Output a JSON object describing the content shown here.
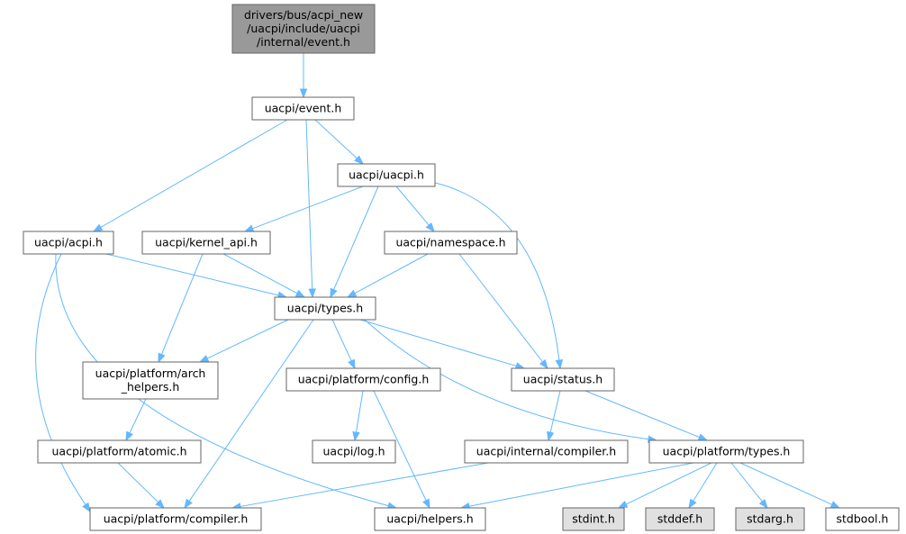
{
  "graph": {
    "nodes": [
      {
        "id": "event_internal",
        "lines": [
          "drivers/bus/acpi_new",
          "/uacpi/include/uacpi",
          "/internal/event.h"
        ],
        "style": "root"
      },
      {
        "id": "event",
        "lines": [
          "uacpi/event.h"
        ],
        "style": "normal"
      },
      {
        "id": "uacpi_h",
        "lines": [
          "uacpi/uacpi.h"
        ],
        "style": "normal"
      },
      {
        "id": "acpi_h",
        "lines": [
          "uacpi/acpi.h"
        ],
        "style": "normal"
      },
      {
        "id": "kernel_api",
        "lines": [
          "uacpi/kernel_api.h"
        ],
        "style": "normal"
      },
      {
        "id": "namespace",
        "lines": [
          "uacpi/namespace.h"
        ],
        "style": "normal"
      },
      {
        "id": "types",
        "lines": [
          "uacpi/types.h"
        ],
        "style": "normal"
      },
      {
        "id": "arch_helpers",
        "lines": [
          "uacpi/platform/arch",
          "_helpers.h"
        ],
        "style": "normal"
      },
      {
        "id": "config",
        "lines": [
          "uacpi/platform/config.h"
        ],
        "style": "normal"
      },
      {
        "id": "status",
        "lines": [
          "uacpi/status.h"
        ],
        "style": "normal"
      },
      {
        "id": "atomic",
        "lines": [
          "uacpi/platform/atomic.h"
        ],
        "style": "normal"
      },
      {
        "id": "log",
        "lines": [
          "uacpi/log.h"
        ],
        "style": "normal"
      },
      {
        "id": "internal_compiler",
        "lines": [
          "uacpi/internal/compiler.h"
        ],
        "style": "normal"
      },
      {
        "id": "platform_types",
        "lines": [
          "uacpi/platform/types.h"
        ],
        "style": "normal"
      },
      {
        "id": "platform_compiler",
        "lines": [
          "uacpi/platform/compiler.h"
        ],
        "style": "normal"
      },
      {
        "id": "helpers",
        "lines": [
          "uacpi/helpers.h"
        ],
        "style": "normal"
      },
      {
        "id": "stdint",
        "lines": [
          "stdint.h"
        ],
        "style": "system"
      },
      {
        "id": "stddef",
        "lines": [
          "stddef.h"
        ],
        "style": "system"
      },
      {
        "id": "stdarg",
        "lines": [
          "stdarg.h"
        ],
        "style": "system"
      },
      {
        "id": "stdbool",
        "lines": [
          "stdbool.h"
        ],
        "style": "normal"
      }
    ],
    "edges": [
      [
        "event_internal",
        "event"
      ],
      [
        "event",
        "acpi_h"
      ],
      [
        "event",
        "types"
      ],
      [
        "event",
        "uacpi_h"
      ],
      [
        "uacpi_h",
        "kernel_api"
      ],
      [
        "uacpi_h",
        "types"
      ],
      [
        "uacpi_h",
        "namespace"
      ],
      [
        "uacpi_h",
        "status"
      ],
      [
        "acpi_h",
        "types"
      ],
      [
        "acpi_h",
        "platform_compiler"
      ],
      [
        "acpi_h",
        "helpers"
      ],
      [
        "kernel_api",
        "types"
      ],
      [
        "kernel_api",
        "arch_helpers"
      ],
      [
        "namespace",
        "types"
      ],
      [
        "namespace",
        "status"
      ],
      [
        "types",
        "arch_helpers"
      ],
      [
        "types",
        "config"
      ],
      [
        "types",
        "status"
      ],
      [
        "types",
        "platform_types"
      ],
      [
        "types",
        "platform_compiler"
      ],
      [
        "arch_helpers",
        "atomic"
      ],
      [
        "config",
        "log"
      ],
      [
        "config",
        "helpers"
      ],
      [
        "status",
        "internal_compiler"
      ],
      [
        "status",
        "platform_types"
      ],
      [
        "atomic",
        "platform_compiler"
      ],
      [
        "internal_compiler",
        "platform_compiler"
      ],
      [
        "platform_types",
        "helpers"
      ],
      [
        "platform_types",
        "stdint"
      ],
      [
        "platform_types",
        "stddef"
      ],
      [
        "platform_types",
        "stdarg"
      ],
      [
        "platform_types",
        "stdbool"
      ]
    ],
    "colors": {
      "edge": "#63b8ff",
      "root_fill": "#999999",
      "system_fill": "#e0e0e0",
      "node_fill": "#ffffff",
      "node_border": "#666666"
    }
  }
}
